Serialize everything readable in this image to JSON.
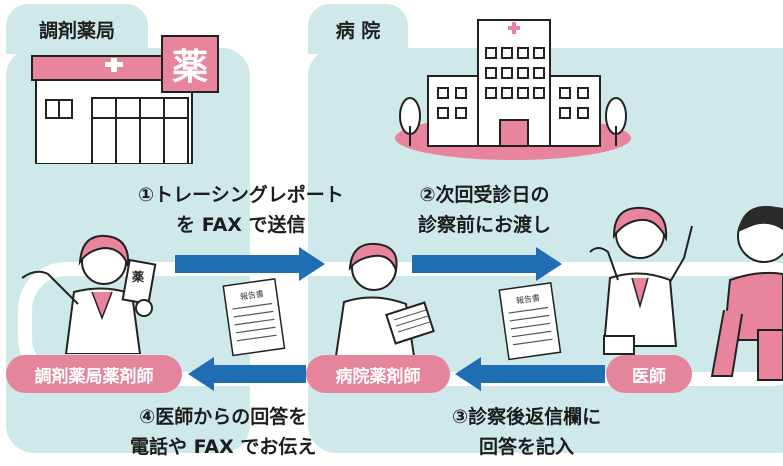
{
  "pharmacy": {
    "tab_label": "調剤薬局",
    "sign_char": "薬"
  },
  "hospital": {
    "tab_label": "病 院"
  },
  "roles": {
    "pharmacist": "調剤薬局薬剤師",
    "hospital_pharmacist": "病院薬剤師",
    "doctor": "医師"
  },
  "steps": {
    "step1": {
      "line1": "①トレーシングレポート",
      "line2": "を FAX で送信"
    },
    "step2": {
      "line1": "②次回受診日の",
      "line2": "診察前にお渡し"
    },
    "step3": {
      "line1": "③診察後返信欄に",
      "line2": "回答を記入"
    },
    "step4": {
      "line1": "④医師からの回答を",
      "line2": "電話や FAX でお伝え"
    }
  },
  "report_label": "報告書",
  "colors": {
    "panel": "#cfe9ea",
    "pill": "#e5859c",
    "arrow": "#1f6db3",
    "pink": "#e8859c"
  }
}
